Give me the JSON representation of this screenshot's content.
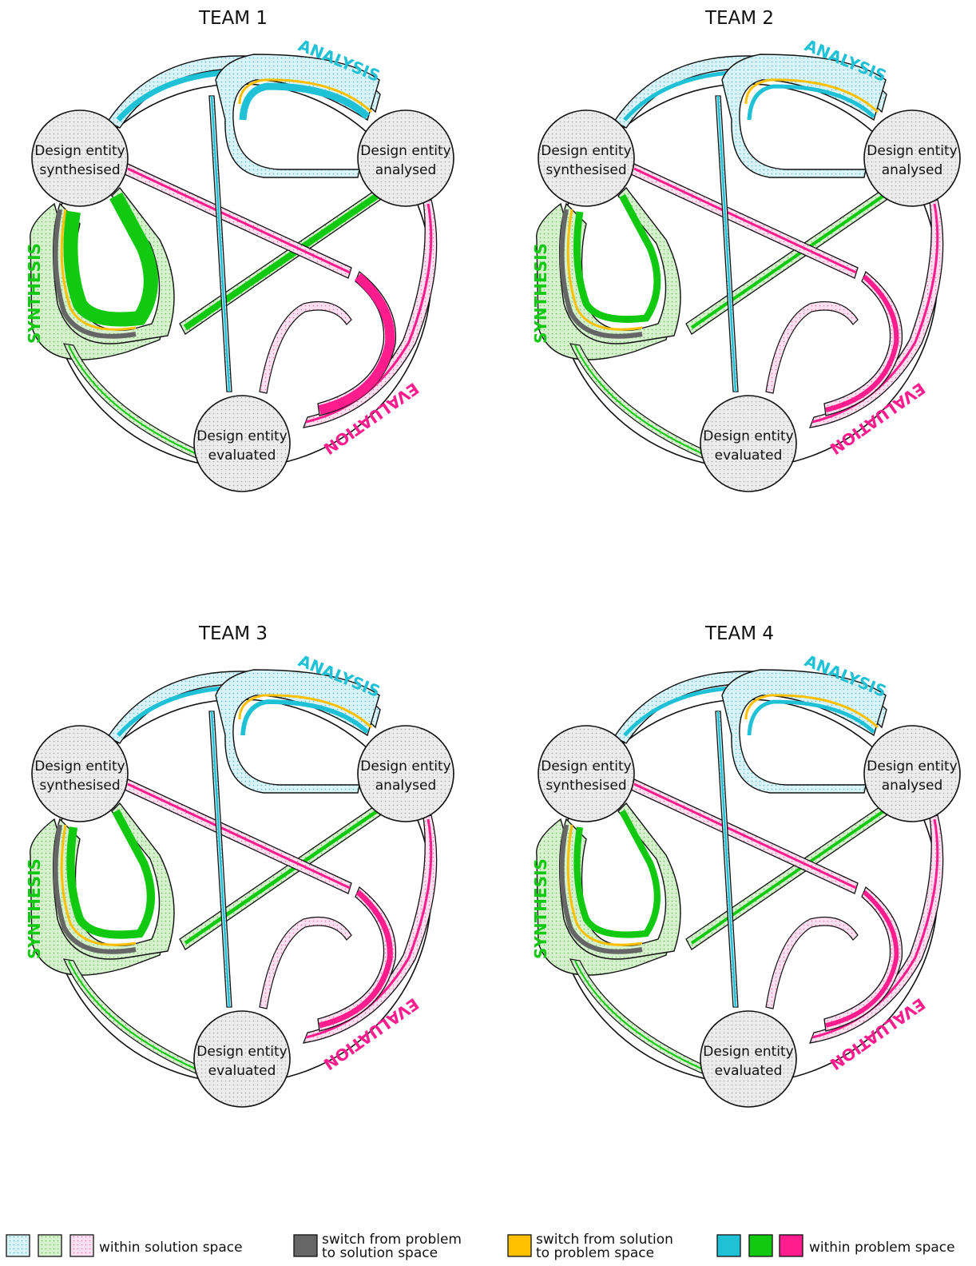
{
  "panels": [
    {
      "title": "TEAM 1"
    },
    {
      "title": "TEAM 2"
    },
    {
      "title": "TEAM 3"
    },
    {
      "title": "TEAM 4"
    }
  ],
  "nodes": {
    "synthesised": [
      "Design entity",
      "synthesised"
    ],
    "analysed": [
      "Design entity",
      "analysed"
    ],
    "evaluated": [
      "Design entity",
      "evaluated"
    ]
  },
  "process_labels": {
    "analysis": "ANALYSIS",
    "synthesis": "SYNTHESIS",
    "evaluation": "EVALUATION"
  },
  "colors": {
    "analysis": "#1fc1d6",
    "synthesis": "#10c910",
    "evaluation": "#ff1c8d",
    "switch_to_solution": "#666666",
    "switch_to_problem": "#ffc000",
    "analysis_light": "#d9f4f8",
    "synthesis_light": "#d6f1cd",
    "evaluation_light": "#fde0ef"
  },
  "legend": {
    "solution": "within solution space",
    "to_solution": [
      "switch from problem",
      "to solution space"
    ],
    "to_problem": [
      "switch from solution",
      "to problem space"
    ],
    "problem": "within problem space"
  }
}
